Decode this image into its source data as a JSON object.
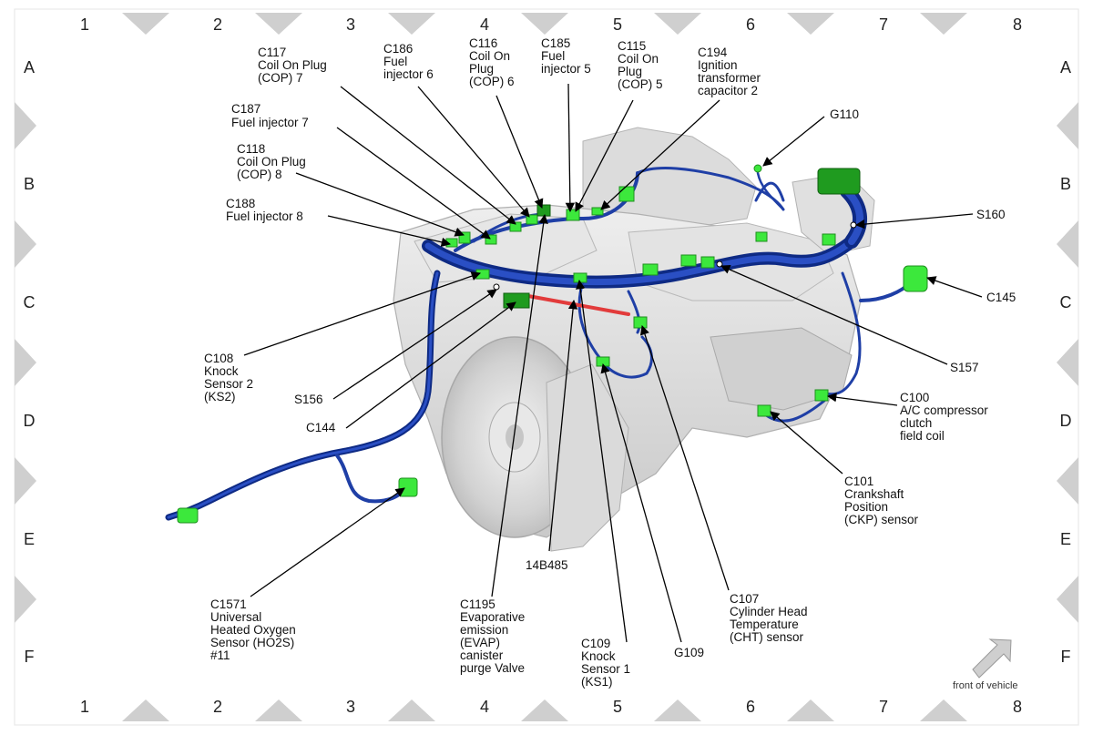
{
  "grid": {
    "columns": [
      "1",
      "2",
      "3",
      "4",
      "5",
      "6",
      "7",
      "8"
    ],
    "rows": [
      "A",
      "B",
      "C",
      "D",
      "E",
      "F"
    ]
  },
  "callouts": {
    "c117": [
      "C117",
      "Coil On Plug",
      "(COP) 7"
    ],
    "c186": [
      "C186",
      "Fuel",
      "injector 6"
    ],
    "c116": [
      "C116",
      "Coil On",
      "Plug",
      "(COP) 6"
    ],
    "c185": [
      "C185",
      "Fuel",
      "injector 5"
    ],
    "c115": [
      "C115",
      "Coil On",
      "Plug",
      "(COP) 5"
    ],
    "c194": [
      "C194",
      "Ignition",
      "transformer",
      "capacitor 2"
    ],
    "c187": [
      "C187",
      "Fuel injector 7"
    ],
    "g110": [
      "G110"
    ],
    "c118": [
      "C118",
      "Coil On Plug",
      "(COP) 8"
    ],
    "c188": [
      "C188",
      "Fuel injector 8"
    ],
    "s160": [
      "S160"
    ],
    "c145": [
      "C145"
    ],
    "c108": [
      "C108",
      "Knock",
      "Sensor 2",
      "(KS2)"
    ],
    "s157": [
      "S157"
    ],
    "s156": [
      "S156"
    ],
    "c144": [
      "C144"
    ],
    "c100": [
      "C100",
      "A/C compressor",
      "clutch",
      "field coil"
    ],
    "c101": [
      "C101",
      "Crankshaft",
      "Position",
      "(CKP) sensor"
    ],
    "n14b485": [
      "14B485"
    ],
    "c1571": [
      "C1571",
      "Universal",
      "Heated Oxygen",
      "Sensor (HO2S)",
      "#11"
    ],
    "c1195": [
      "C1195",
      "Evaporative",
      "emission",
      "(EVAP)",
      "canister",
      "purge Valve"
    ],
    "c107": [
      "C107",
      "Cylinder Head",
      "Temperature",
      "(CHT) sensor"
    ],
    "c109": [
      "C109",
      "Knock",
      "Sensor 1",
      "(KS1)"
    ],
    "g109": [
      "G109"
    ]
  },
  "front_of_vehicle": "front of vehicle",
  "colors": {
    "harness": "#1f3fa6",
    "harness_dark": "#0e2a84",
    "connector": "#3ce83c",
    "engine": "#d9d9d9",
    "branch_red": "#e23b3b"
  }
}
